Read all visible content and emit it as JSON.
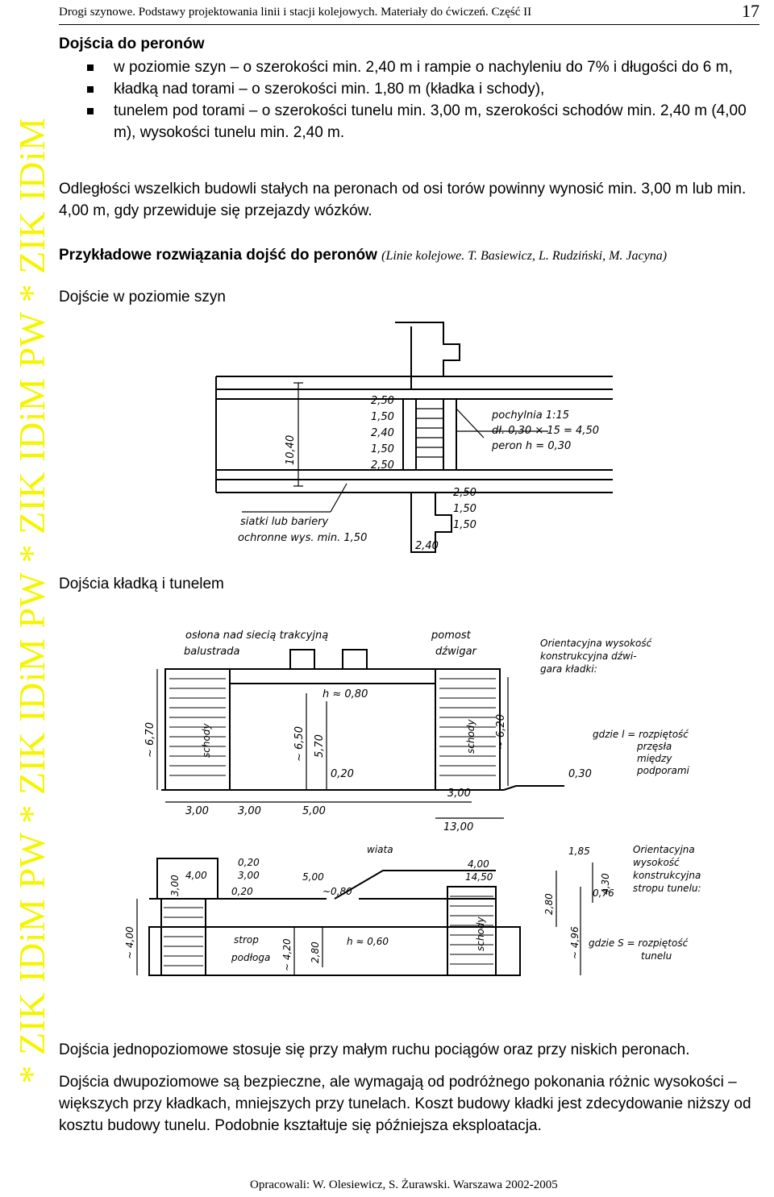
{
  "watermark": "* ZIK IDiM PW * ZIK IDiM PW * ZIK IDiM PW * ZIK IDiM",
  "header": {
    "title": "Drogi szynowe. Podstawy projektowania linii i stacji kolejowych. Materiały do ćwiczeń. Część  II",
    "page_number": "17"
  },
  "section_title": "Dojścia do peronów",
  "requirements": [
    "w poziomie szyn – o szerokości min. 2,40 m i rampie o nachyleniu do 7% i długości do 6 m,",
    "kładką nad torami – o szerokości min. 1,80 m (kładka i schody),",
    "tunelem pod torami – o szerokości tunelu min. 3,00 m, szerokości schodów min. 2,40 m (4,00 m), wysokości tunelu min. 2,40 m."
  ],
  "distance_note": "Odległości wszelkich budowli stałych na peronach od osi torów powinny wynosić min. 3,00 m lub min. 4,00 m, gdy przewiduje się przejazdy wózków.",
  "examples": {
    "title": "Przykładowe rozwiązania dojść do peronów",
    "source": "(Linie kolejowe. T. Basiewicz, L. Rudziński, M. Jacyna)"
  },
  "level_crossing": {
    "subtitle": "Dojście w poziomie szyn",
    "labels": {
      "d1": "2,50",
      "d2": "1,50",
      "d3": "2,40",
      "d4": "1,50",
      "d5": "2,50",
      "d6": "2,50",
      "d7": "1,50",
      "d8": "1,50",
      "d9": "2,40",
      "width": "10,40",
      "slope": "pochylnia  1:15",
      "length": "dł. 0,30 × 15 = 4,50",
      "platform": "peron  h = 0,30",
      "barrier1": "siatki  lub  bariery",
      "barrier2": "ochronne  wys. min. 1,50"
    }
  },
  "bridge_tunnel": {
    "subtitle": "Dojścia kładką i tunelem",
    "bridge": {
      "l_cover": "osłona  nad siecią  trakcyjną",
      "l_rail": "balustrada",
      "l_deck": "pomost",
      "l_girder": "dźwigar",
      "hd": "h  ≈ 0,80",
      "h670": "~ 6,70",
      "h650": "~ 6,50",
      "h570": "5,70",
      "h620": "~ 6,20",
      "stairs": "schody",
      "c020": "0,20",
      "c030": "0,30",
      "c300a": "3,00",
      "c300b": "3,00",
      "c500": "5,00",
      "c300c": "3,00",
      "c1300": "13,00",
      "note1": "Orientacyjna wysokość",
      "note2": "konstrukcyjna dźwi-",
      "note3": "gara  kładki:",
      "note4": "gdzie  l = rozpiętość",
      "note5": "przęsła",
      "note6": "między",
      "note7": "podporami"
    },
    "tunnel": {
      "roof": "wiata",
      "t020a": "0,20",
      "t300": "3,00",
      "t020b": "0,20",
      "t400a": "4,00",
      "t500": "5,00",
      "t080": "~0,80",
      "t300v": "3,00",
      "t400v": "~ 4,00",
      "ceiling": "strop",
      "floor": "podłoga",
      "t420": "~ 4,20",
      "t280": "2,80",
      "hs": "h  ≈ 0,60",
      "stairs": "schody",
      "t400b": "4,00",
      "t1450": "14,50",
      "t280b": "2,80",
      "t185": "1,85",
      "t430": "4,30",
      "t076": "0,76",
      "t496": "~ 4,96",
      "note1": "Orientacyjna",
      "note2": "wysokość",
      "note3": "konstrukcyjna",
      "note4": "stropu tunelu:",
      "note5": "gdzie  S = rozpiętość",
      "note6": "tunelu"
    }
  },
  "conclusion1": "Dojścia jednopoziomowe stosuje się przy małym ruchu pociągów oraz przy niskich peronach.",
  "conclusion2": "Dojścia dwupoziomowe są bezpieczne, ale wymagają od podróżnego pokonania różnic wysokości – większych przy kładkach, mniejszych przy tunelach. Koszt budowy kładki jest zdecydowanie niższy od kosztu budowy tunelu. Podobnie kształtuje się późniejsza eksploatacja.",
  "footer": "Opracowali: W. Olesiewicz, S. Żurawski. Warszawa 2002-2005"
}
